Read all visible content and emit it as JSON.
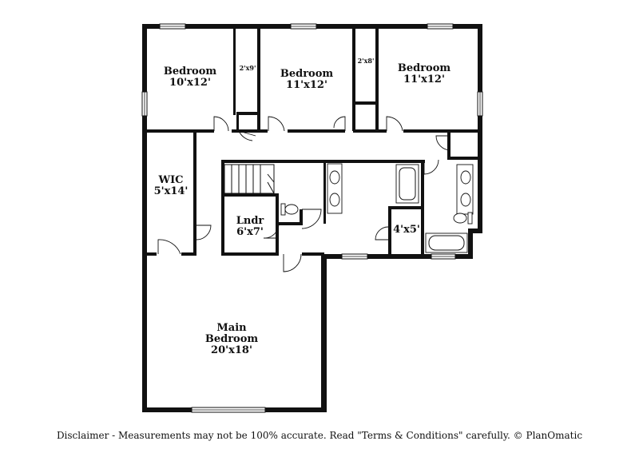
{
  "rooms": {
    "bedroom1": {
      "name": "Bedroom",
      "size": "10'x12'"
    },
    "closet1": {
      "size": "2'x9'"
    },
    "bedroom2": {
      "name": "Bedroom",
      "size": "11'x12'"
    },
    "closet2": {
      "size": "2'x8'"
    },
    "bedroom3": {
      "name": "Bedroom",
      "size": "11'x12'"
    },
    "wic": {
      "name": "WIC",
      "size": "5'x14'"
    },
    "laundry": {
      "name": "Lndr",
      "size": "6'x7'"
    },
    "closet3": {
      "size": "4'x5'"
    },
    "main_bedroom": {
      "name": "Main",
      "name2": "Bedroom",
      "size": "20'x18'"
    }
  },
  "footer": {
    "disclaimer": "Disclaimer - Measurements may not be 100% accurate. Read \"Terms & Conditions\" carefully. © PlanOmatic"
  }
}
